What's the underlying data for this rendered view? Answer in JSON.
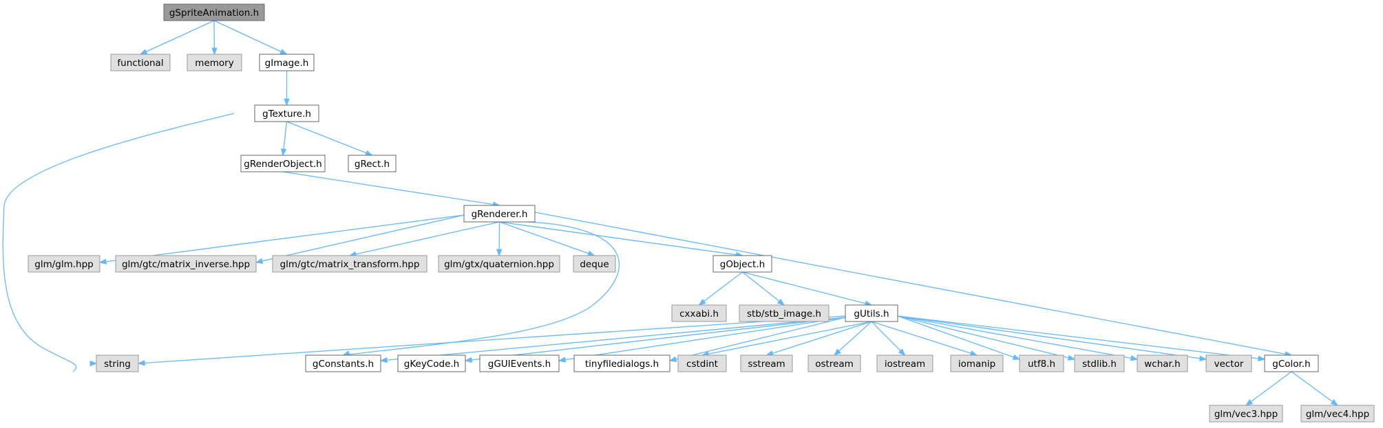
{
  "diagram": {
    "nodes": [
      {
        "id": "gSpriteAnimation.h",
        "label": "gSpriteAnimation.h",
        "style": "root"
      },
      {
        "id": "functional",
        "label": "functional",
        "style": "external"
      },
      {
        "id": "memory",
        "label": "memory",
        "style": "external"
      },
      {
        "id": "gImage.h",
        "label": "gImage.h",
        "style": "local"
      },
      {
        "id": "gTexture.h",
        "label": "gTexture.h",
        "style": "local"
      },
      {
        "id": "gRenderObject.h",
        "label": "gRenderObject.h",
        "style": "local"
      },
      {
        "id": "gRect.h",
        "label": "gRect.h",
        "style": "local"
      },
      {
        "id": "gRenderer.h",
        "label": "gRenderer.h",
        "style": "local"
      },
      {
        "id": "glm/glm.hpp",
        "label": "glm/glm.hpp",
        "style": "external"
      },
      {
        "id": "glm/gtc/matrix_inverse.hpp",
        "label": "glm/gtc/matrix_inverse.hpp",
        "style": "external"
      },
      {
        "id": "glm/gtc/matrix_transform.hpp",
        "label": "glm/gtc/matrix_transform.hpp",
        "style": "external"
      },
      {
        "id": "glm/gtx/quaternion.hpp",
        "label": "glm/gtx/quaternion.hpp",
        "style": "external"
      },
      {
        "id": "deque",
        "label": "deque",
        "style": "external"
      },
      {
        "id": "gObject.h",
        "label": "gObject.h",
        "style": "local"
      },
      {
        "id": "cxxabi.h",
        "label": "cxxabi.h",
        "style": "external"
      },
      {
        "id": "stb/stb_image.h",
        "label": "stb/stb_image.h",
        "style": "external"
      },
      {
        "id": "gUtils.h",
        "label": "gUtils.h",
        "style": "local"
      },
      {
        "id": "string",
        "label": "string",
        "style": "external"
      },
      {
        "id": "gConstants.h",
        "label": "gConstants.h",
        "style": "local"
      },
      {
        "id": "gKeyCode.h",
        "label": "gKeyCode.h",
        "style": "local"
      },
      {
        "id": "gGUIEvents.h",
        "label": "gGUIEvents.h",
        "style": "local"
      },
      {
        "id": "tinyfiledialogs.h",
        "label": "tinyfiledialogs.h",
        "style": "local"
      },
      {
        "id": "cstdint",
        "label": "cstdint",
        "style": "external"
      },
      {
        "id": "sstream",
        "label": "sstream",
        "style": "external"
      },
      {
        "id": "ostream",
        "label": "ostream",
        "style": "external"
      },
      {
        "id": "iostream",
        "label": "iostream",
        "style": "external"
      },
      {
        "id": "iomanip",
        "label": "iomanip",
        "style": "external"
      },
      {
        "id": "utf8.h",
        "label": "utf8.h",
        "style": "external"
      },
      {
        "id": "stdlib.h",
        "label": "stdlib.h",
        "style": "external"
      },
      {
        "id": "wchar.h",
        "label": "wchar.h",
        "style": "external"
      },
      {
        "id": "vector",
        "label": "vector",
        "style": "external"
      },
      {
        "id": "gColor.h",
        "label": "gColor.h",
        "style": "local"
      },
      {
        "id": "glm/vec3.hpp",
        "label": "glm/vec3.hpp",
        "style": "external"
      },
      {
        "id": "glm/vec4.hpp",
        "label": "glm/vec4.hpp",
        "style": "external"
      }
    ],
    "edges": [
      {
        "from": "gSpriteAnimation.h",
        "to": "functional"
      },
      {
        "from": "gSpriteAnimation.h",
        "to": "memory"
      },
      {
        "from": "gSpriteAnimation.h",
        "to": "gImage.h"
      },
      {
        "from": "gImage.h",
        "to": "gTexture.h"
      },
      {
        "from": "gTexture.h",
        "to": "gRenderObject.h"
      },
      {
        "from": "gTexture.h",
        "to": "gRect.h"
      },
      {
        "from": "gTexture.h",
        "to": "string"
      },
      {
        "from": "gRenderObject.h",
        "to": "gRenderer.h"
      },
      {
        "from": "gRenderer.h",
        "to": "glm/glm.hpp"
      },
      {
        "from": "gRenderer.h",
        "to": "glm/gtc/matrix_inverse.hpp"
      },
      {
        "from": "gRenderer.h",
        "to": "glm/gtc/matrix_transform.hpp"
      },
      {
        "from": "gRenderer.h",
        "to": "glm/gtx/quaternion.hpp"
      },
      {
        "from": "gRenderer.h",
        "to": "deque"
      },
      {
        "from": "gRenderer.h",
        "to": "gObject.h"
      },
      {
        "from": "gRenderer.h",
        "to": "gConstants.h"
      },
      {
        "from": "gRenderer.h",
        "to": "gColor.h"
      },
      {
        "from": "gObject.h",
        "to": "cxxabi.h"
      },
      {
        "from": "gObject.h",
        "to": "stb/stb_image.h"
      },
      {
        "from": "gObject.h",
        "to": "gUtils.h"
      },
      {
        "from": "gUtils.h",
        "to": "string"
      },
      {
        "from": "gUtils.h",
        "to": "gConstants.h"
      },
      {
        "from": "gUtils.h",
        "to": "gKeyCode.h"
      },
      {
        "from": "gUtils.h",
        "to": "gGUIEvents.h"
      },
      {
        "from": "gUtils.h",
        "to": "tinyfiledialogs.h"
      },
      {
        "from": "gUtils.h",
        "to": "cstdint"
      },
      {
        "from": "gUtils.h",
        "to": "sstream"
      },
      {
        "from": "gUtils.h",
        "to": "ostream"
      },
      {
        "from": "gUtils.h",
        "to": "iostream"
      },
      {
        "from": "gUtils.h",
        "to": "iomanip"
      },
      {
        "from": "gUtils.h",
        "to": "utf8.h"
      },
      {
        "from": "gUtils.h",
        "to": "stdlib.h"
      },
      {
        "from": "gUtils.h",
        "to": "wchar.h"
      },
      {
        "from": "gUtils.h",
        "to": "vector"
      },
      {
        "from": "gUtils.h",
        "to": "gColor.h"
      },
      {
        "from": "gColor.h",
        "to": "glm/vec3.hpp"
      },
      {
        "from": "gColor.h",
        "to": "glm/vec4.hpp"
      }
    ],
    "colors": {
      "edge": "#63b8ff",
      "root_fill": "#999999",
      "root_border": "#666666",
      "external_fill": "#e0e0e0",
      "external_border": "#999999",
      "local_fill": "#ffffff",
      "local_border": "#666666",
      "text": "#000000"
    }
  }
}
